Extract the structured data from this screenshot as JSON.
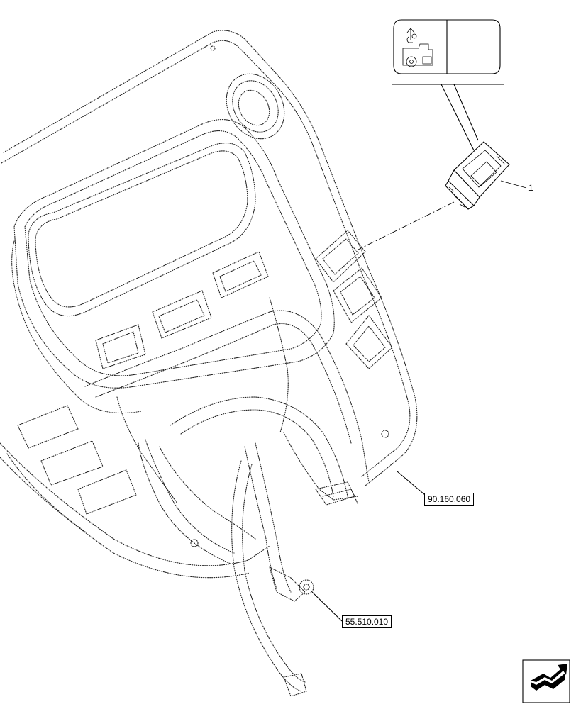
{
  "item_number": "1",
  "callouts": {
    "ref_top": "90.160.060",
    "ref_bottom": "55.510.010"
  },
  "icons": {
    "symbol_panel": "switch-symbol-icon",
    "navigation": "next-page-arrow-icon"
  }
}
